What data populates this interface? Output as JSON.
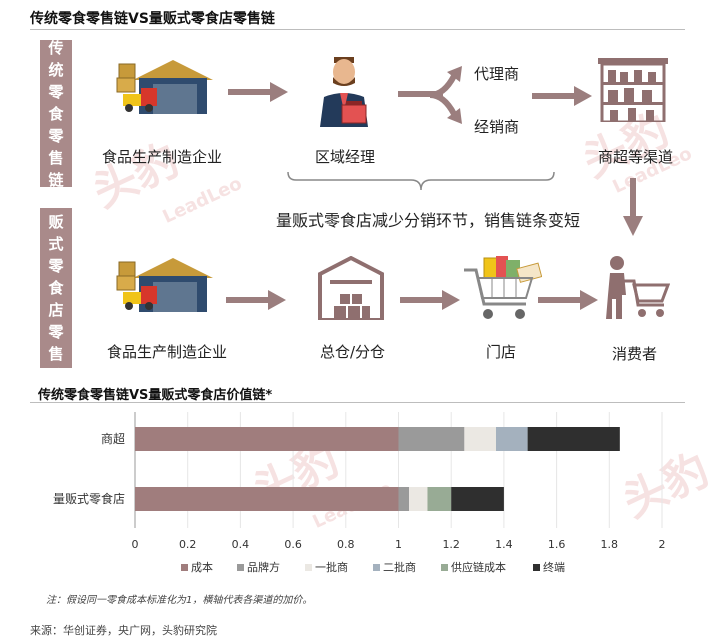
{
  "top": {
    "title": "传统零食零售链VS量贩式零食店零售链",
    "traditional_label": "传统零食零售链",
    "bulk_label": "量贩式零食店零售链",
    "traditional_chain": {
      "manufacturer": "食品生产制造企业",
      "manager": "区域经理",
      "agent": "代理商",
      "distributor": "经销商",
      "channel": "商超等渠道"
    },
    "bulk_chain": {
      "manufacturer": "食品生产制造企业",
      "warehouse": "总仓/分仓",
      "store": "门店",
      "consumer": "消费者"
    },
    "summary": "量贩式零食店减少分销环节，销售链条变短",
    "watermark": "LeadLeo"
  },
  "chart_data": {
    "type": "bar",
    "orientation": "horizontal",
    "stacked": true,
    "title": "传统零食零售链VS量贩式零食店价值链*",
    "categories": [
      "商超",
      "量贩式零食店"
    ],
    "series": [
      {
        "name": "成本",
        "color": "#a07d7d",
        "values": [
          1.0,
          1.0
        ]
      },
      {
        "name": "品牌方",
        "color": "#9a9a9a",
        "values": [
          0.25,
          0.04
        ]
      },
      {
        "name": "一批商",
        "color": "#ebe8e3",
        "values": [
          0.12,
          0.07
        ]
      },
      {
        "name": "二批商",
        "color": "#a4b1be",
        "values": [
          0.12,
          0.0
        ]
      },
      {
        "name": "供应链成本",
        "color": "#98ab95",
        "values": [
          0.0,
          0.09
        ]
      },
      {
        "name": "终端",
        "color": "#2f2f2f",
        "values": [
          0.35,
          0.2
        ]
      }
    ],
    "xlim": [
      0,
      2
    ],
    "xticks": [
      "0",
      "0.2",
      "0.4",
      "0.6",
      "0.8",
      "1",
      "1.2",
      "1.4",
      "1.6",
      "1.8",
      "2"
    ],
    "legend_position": "bottom",
    "note": "注：假设同一零食成本标准化为1，横轴代表各渠道的加价。",
    "source": "来源：华创证券，央广网，头豹研究院"
  }
}
